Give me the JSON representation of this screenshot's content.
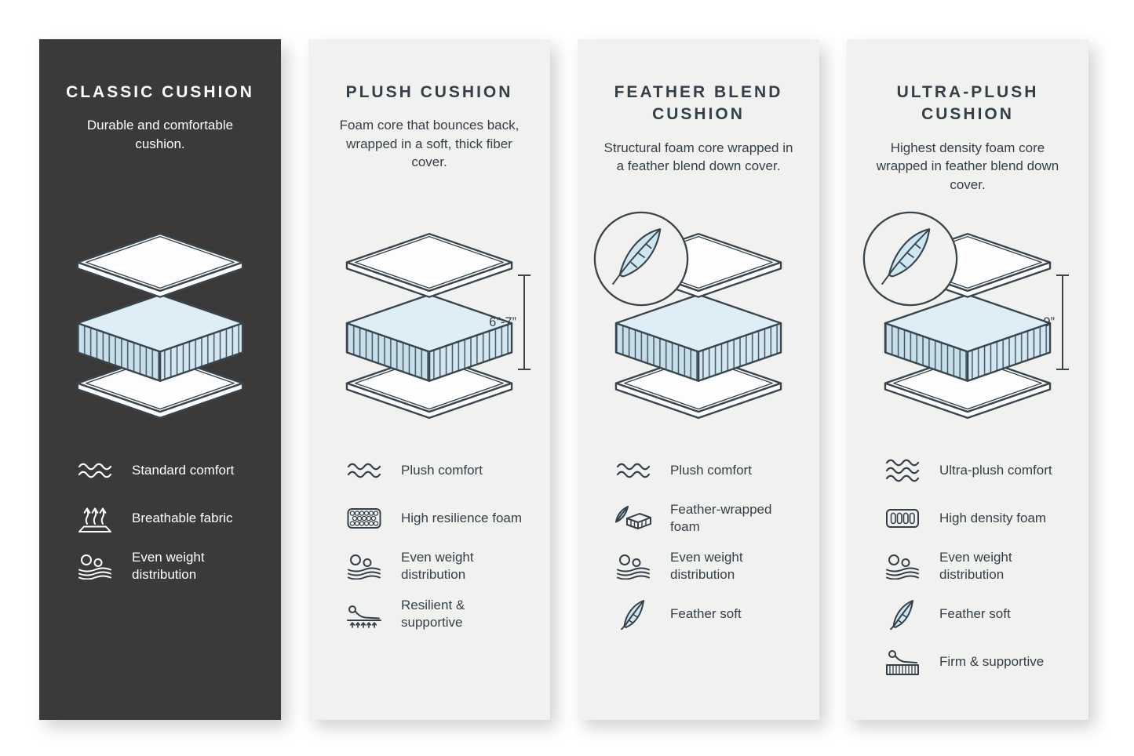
{
  "colors": {
    "panel_dark": "#3b3a38",
    "panel_light": "#f1f1ef",
    "accent_blue": "#cfe7f1",
    "outline": "#39454d",
    "text_dark": "#333f49",
    "text_light": "#ffffff"
  },
  "columns": [
    {
      "id": "classic",
      "theme": "dark",
      "title": "CLASSIC CUSHION",
      "description": "Durable and comfortable cushion.",
      "illustration": "layered-cushion-diagram",
      "features": [
        {
          "icon": "waves-icon",
          "label": "Standard comfort"
        },
        {
          "icon": "breathable-fabric-icon",
          "label": "Breathable fabric"
        },
        {
          "icon": "weight-distribution-icon",
          "label": "Even weight distribution"
        }
      ]
    },
    {
      "id": "plush",
      "theme": "light",
      "title": "PLUSH CUSHION",
      "description": "Foam core that bounces back, wrapped in a soft, thick fiber cover.",
      "illustration": "layered-cushion-diagram",
      "dimension": "6”-7”",
      "features": [
        {
          "icon": "waves-icon",
          "label": "Plush comfort"
        },
        {
          "icon": "foam-cells-icon",
          "label": "High resilience foam"
        },
        {
          "icon": "weight-distribution-icon",
          "label": "Even weight distribution"
        },
        {
          "icon": "resilient-supportive-icon",
          "label": "Resilient & supportive"
        }
      ]
    },
    {
      "id": "feather-blend",
      "theme": "light",
      "title": "FEATHER BLEND CUSHION",
      "description": "Structural foam core wrapped in a feather blend down cover.",
      "illustration": "layered-cushion-diagram",
      "badge_icon": "feather-circle-icon",
      "features": [
        {
          "icon": "waves-icon",
          "label": "Plush comfort"
        },
        {
          "icon": "feather-wrapped-foam-icon",
          "label": "Feather-wrapped foam"
        },
        {
          "icon": "weight-distribution-icon",
          "label": "Even weight distribution"
        },
        {
          "icon": "feather-icon",
          "label": "Feather soft"
        }
      ]
    },
    {
      "id": "ultra-plush",
      "theme": "light",
      "title": "ULTRA-PLUSH CUSHION",
      "description": "Highest density foam core wrapped in feather blend down cover.",
      "illustration": "layered-cushion-diagram",
      "badge_icon": "feather-circle-icon",
      "dimension": "9”",
      "features": [
        {
          "icon": "triple-waves-icon",
          "label": "Ultra-plush comfort"
        },
        {
          "icon": "density-foam-icon",
          "label": "High density foam"
        },
        {
          "icon": "weight-distribution-icon",
          "label": "Even weight distribution"
        },
        {
          "icon": "feather-icon",
          "label": "Feather soft"
        },
        {
          "icon": "firm-supportive-icon",
          "label": "Firm & supportive"
        }
      ]
    }
  ]
}
